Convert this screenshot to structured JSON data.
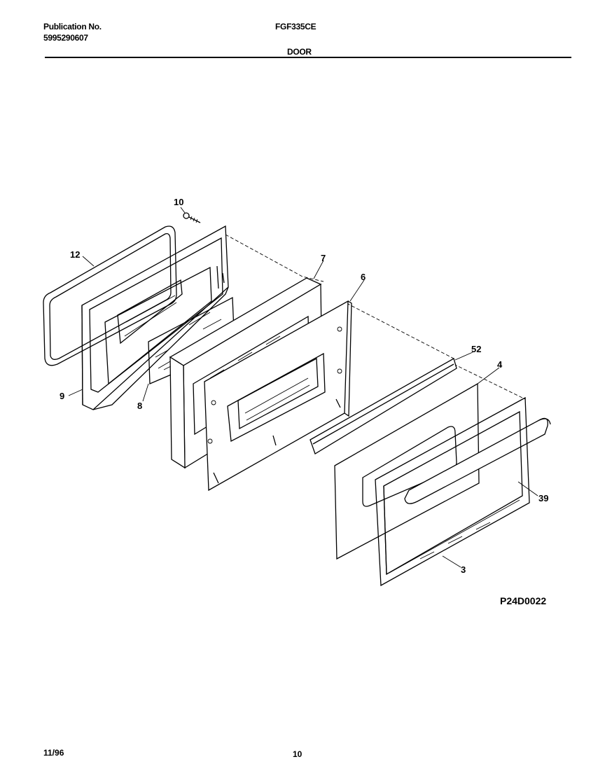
{
  "header": {
    "publication_label": "Publication No.",
    "publication_number": "5995290607",
    "model": "FGF335CE",
    "section": "DOOR"
  },
  "diagram": {
    "parts": [
      {
        "id": "10"
      },
      {
        "id": "12"
      },
      {
        "id": "9"
      },
      {
        "id": "8"
      },
      {
        "id": "7"
      },
      {
        "id": "6"
      },
      {
        "id": "52"
      },
      {
        "id": "4"
      },
      {
        "id": "39"
      },
      {
        "id": "3"
      }
    ],
    "code": "P24D0022"
  },
  "footer": {
    "date": "11/96",
    "page": "10"
  }
}
